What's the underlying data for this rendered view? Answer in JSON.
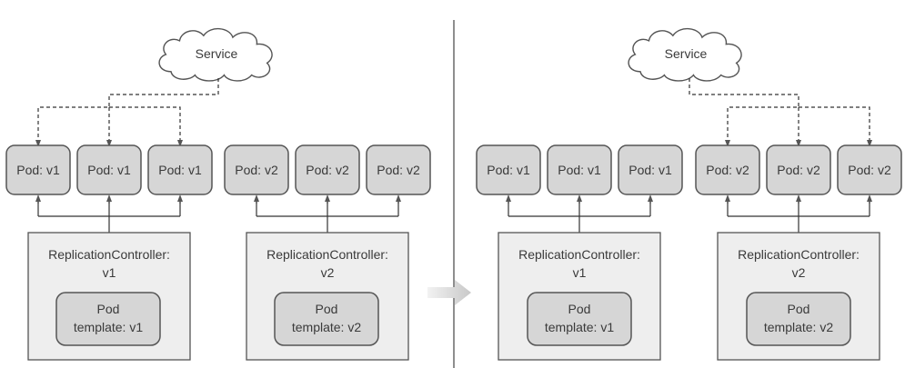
{
  "colors": {
    "pod_fill": "#d6d6d6",
    "rc_fill": "#eeeeee",
    "stroke": "#555555",
    "arrow": "#d9d9d9"
  },
  "left": {
    "service": "Service",
    "pods": [
      "Pod: v1",
      "Pod: v1",
      "Pod: v1",
      "Pod: v2",
      "Pod: v2",
      "Pod: v2"
    ],
    "rc1": {
      "title": "ReplicationController:",
      "version": "v1",
      "template_line1": "Pod",
      "template_line2": "template: v1"
    },
    "rc2": {
      "title": "ReplicationController:",
      "version": "v2",
      "template_line1": "Pod",
      "template_line2": "template: v2"
    }
  },
  "right": {
    "service": "Service",
    "pods": [
      "Pod: v1",
      "Pod: v1",
      "Pod: v1",
      "Pod: v2",
      "Pod: v2",
      "Pod: v2"
    ],
    "rc1": {
      "title": "ReplicationController:",
      "version": "v1",
      "template_line1": "Pod",
      "template_line2": "template: v1"
    },
    "rc2": {
      "title": "ReplicationController:",
      "version": "v2",
      "template_line1": "Pod",
      "template_line2": "template: v2"
    }
  }
}
